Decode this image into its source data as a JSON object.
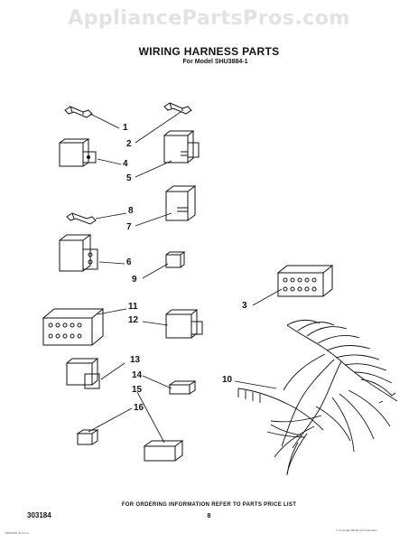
{
  "watermark": "AppliancePartsPros.com",
  "title": "WIRING HARNESS PARTS",
  "subtitle": "For Model SHU3884-1",
  "callouts": [
    "1",
    "2",
    "3",
    "4",
    "5",
    "6",
    "7",
    "8",
    "9",
    "10",
    "11",
    "12",
    "13",
    "14",
    "15",
    "16"
  ],
  "footer": "FOR ORDERING INFORMATION REFER TO PARTS PRICE LIST",
  "page_number": "8",
  "doc_number": "303184",
  "fine_print_left": "PRINTED IN U.S.A.",
  "fine_print_right": "© Copyright Whirlpool Corporation"
}
